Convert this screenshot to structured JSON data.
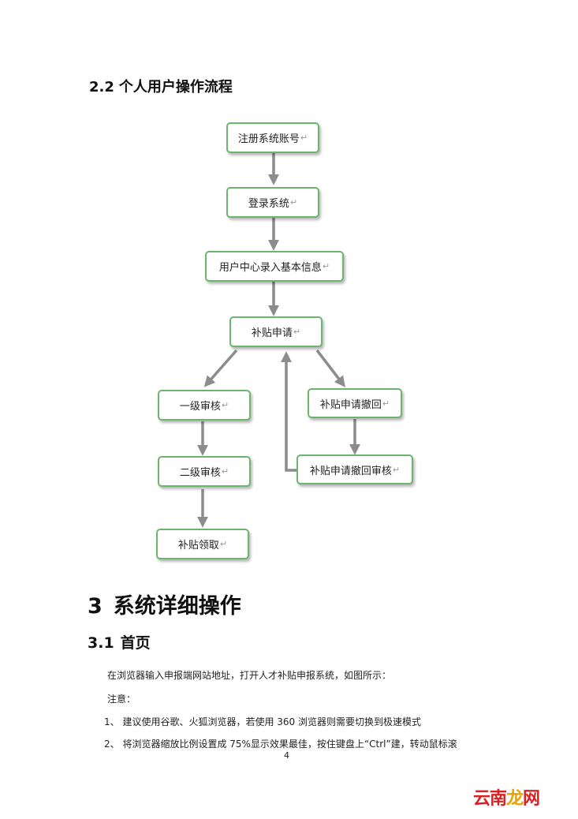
{
  "section_2_2": {
    "number": "2.2",
    "title": "个人用户操作流程"
  },
  "flowchart": {
    "return_mark": "↵",
    "nodes": {
      "register": "注册系统账号",
      "login": "登录系统",
      "user_center": "用户中心录入基本信息",
      "subsidy_apply": "补贴申请",
      "level1": "一级审核",
      "level2": "二级审核",
      "collect": "补贴领取",
      "withdraw": "补贴申请撤回",
      "withdraw_review": "补贴申请撤回审核"
    }
  },
  "section_3": {
    "number": "3",
    "title": "系统详细操作"
  },
  "section_3_1": {
    "number": "3.1",
    "title": "首页",
    "intro": "在浏览器输入申报端网站地址，打开人才补贴申报系统，如图所示：",
    "note_label": "注意：",
    "items": [
      "1、 建议使用谷歌、火狐浏览器，若使用 360 浏览器则需要切换到极速模式",
      "2、 将浏览器缩放比例设置成  75%显示效果最佳，按住键盘上“Ctrl”建，转动鼠标滚"
    ]
  },
  "page_number": "4",
  "watermark": {
    "char1": "云",
    "char2": "南",
    "char3": "龙",
    "char4": "网"
  },
  "colors": {
    "box_border": "#6cb56c",
    "arrow": "#8c8c8c",
    "watermark_red": "#d62222",
    "watermark_gold": "#e8a300"
  }
}
